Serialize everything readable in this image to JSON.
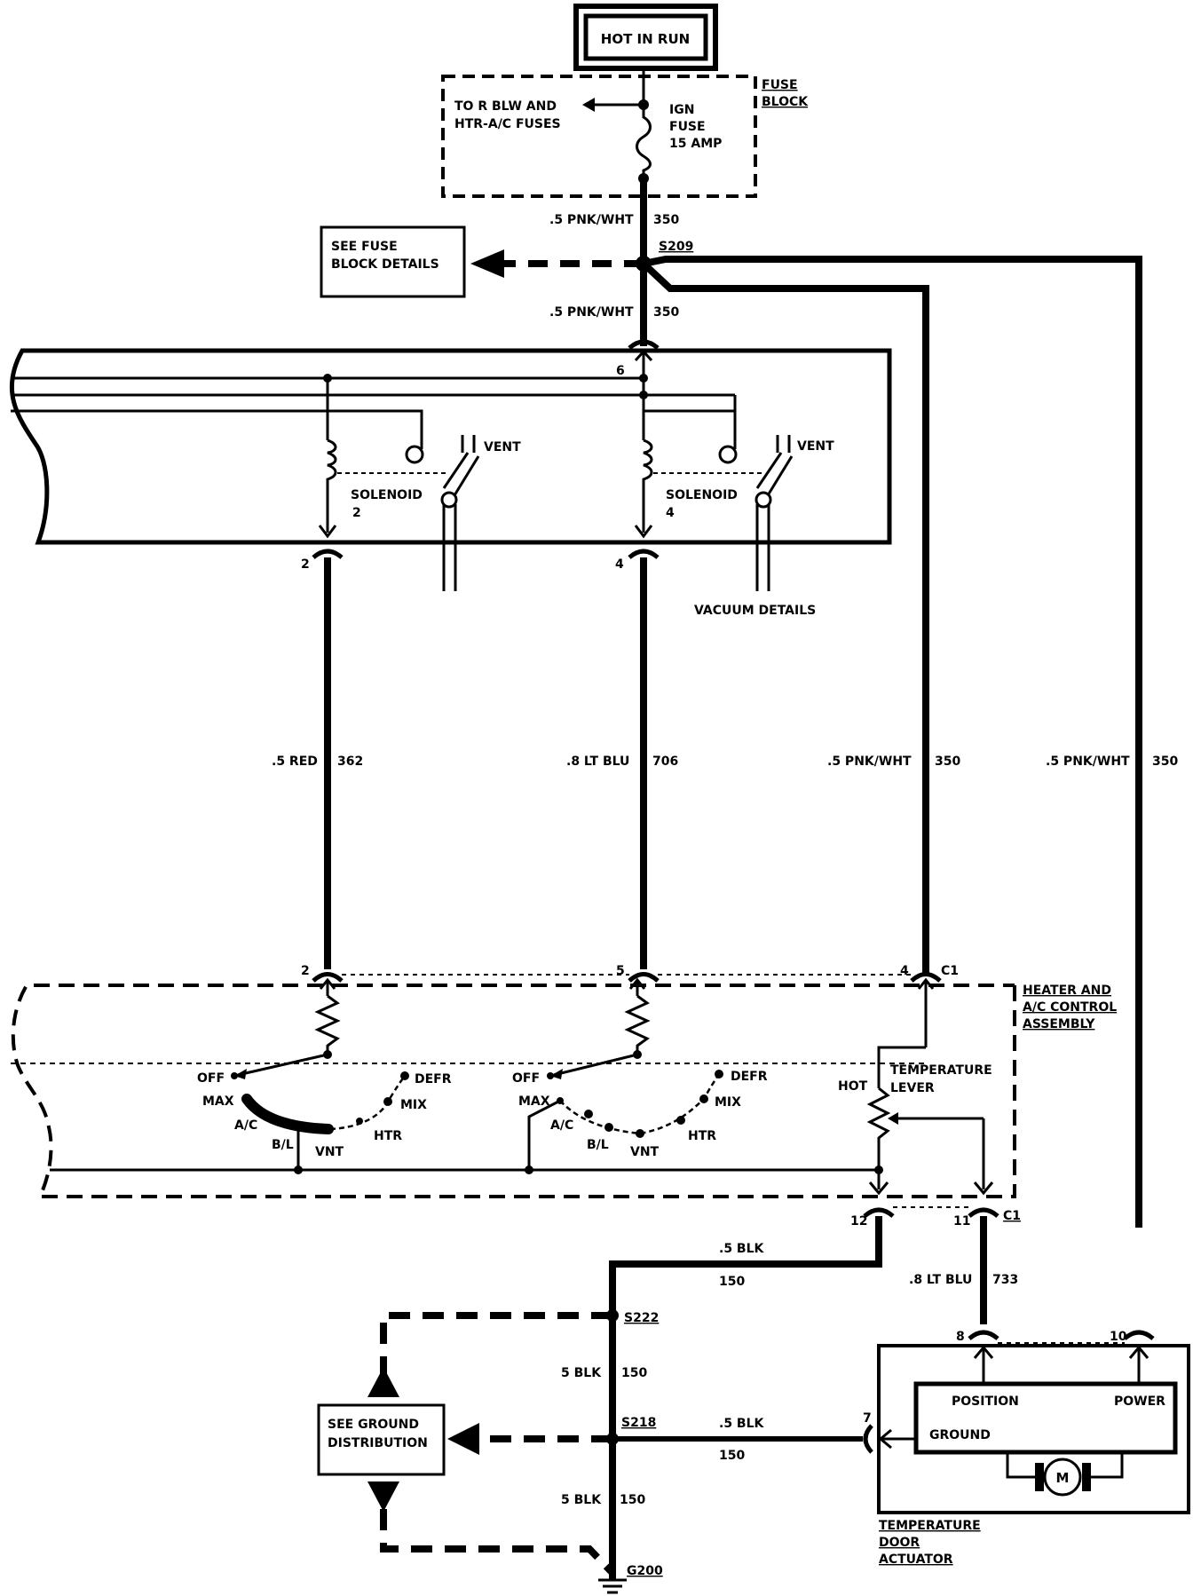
{
  "power_source": {
    "label": "HOT IN RUN"
  },
  "fuse_block": {
    "title_line1": "FUSE",
    "title_line2": "BLOCK",
    "branch_line1": "TO R BLW AND",
    "branch_line2": "HTR-A/C FUSES",
    "fuse_line1": "IGN",
    "fuse_line2": "FUSE",
    "fuse_line3": "15 AMP"
  },
  "see_fuse_block": {
    "line1": "SEE FUSE",
    "line2": "BLOCK DETAILS"
  },
  "splices": {
    "s209": "S209",
    "s222": "S222",
    "s218": "S218",
    "g200": "G200"
  },
  "wires": {
    "top_gauge": ".5 PNK/WHT",
    "top_circuit": "350",
    "mid_gauge": ".5 PNK/WHT",
    "mid_circuit": "350",
    "red_gauge": ".5 RED",
    "red_circuit": "362",
    "ltblu_gauge": ".8 LT BLU",
    "ltblu_circuit": "706",
    "pnk3_gauge": ".5 PNK/WHT",
    "pnk3_circuit": "350",
    "pnk4_gauge": ".5 PNK/WHT",
    "pnk4_circuit": "350",
    "blk1_gauge": ".5 BLK",
    "blk1_circuit": "150",
    "ltblu2_gauge": ".8 LT BLU",
    "ltblu2_circuit": "733",
    "blk2_gauge": "5 BLK",
    "blk2_circuit": "150",
    "blk3_gauge": ".5 BLK",
    "blk3_circuit": "150",
    "blk4_gauge": "5 BLK",
    "blk4_circuit": "150"
  },
  "pins": {
    "p6": "6",
    "p2_top": "2",
    "p4_top": "4",
    "p2_bot": "2",
    "p5_bot": "5",
    "p4_bot": "4",
    "c1_top": "C1",
    "p12": "12",
    "p11": "11",
    "c1_bot": "C1",
    "p8": "8",
    "p10": "10",
    "p7": "7"
  },
  "solenoid_assembly": {
    "sol2_line1": "SOLENOID",
    "sol2_line2": "2",
    "sol4_line1": "SOLENOID",
    "sol4_line2": "4",
    "vent1": "VENT",
    "vent2": "VENT",
    "vacuum": "VACUUM DETAILS"
  },
  "control_assembly": {
    "title_line1": "HEATER AND",
    "title_line2": "A/C CONTROL",
    "title_line3": "ASSEMBLY",
    "sw1": {
      "off": "OFF",
      "max": "MAX",
      "ac": "A/C",
      "bl": "B/L",
      "vnt": "VNT",
      "htr": "HTR",
      "mix": "MIX",
      "defr": "DEFR"
    },
    "sw2": {
      "off": "OFF",
      "max": "MAX",
      "ac": "A/C",
      "bl": "B/L",
      "vnt": "VNT",
      "htr": "HTR",
      "mix": "MIX",
      "defr": "DEFR"
    },
    "hot": "HOT",
    "temp_line1": "TEMPERATURE",
    "temp_line2": "LEVER"
  },
  "actuator": {
    "position": "POSITION",
    "power": "POWER",
    "ground": "GROUND",
    "motor": "M",
    "title_line1": "TEMPERATURE",
    "title_line2": "DOOR",
    "title_line3": "ACTUATOR"
  },
  "ground_dist": {
    "line1": "SEE GROUND",
    "line2": "DISTRIBUTION"
  }
}
